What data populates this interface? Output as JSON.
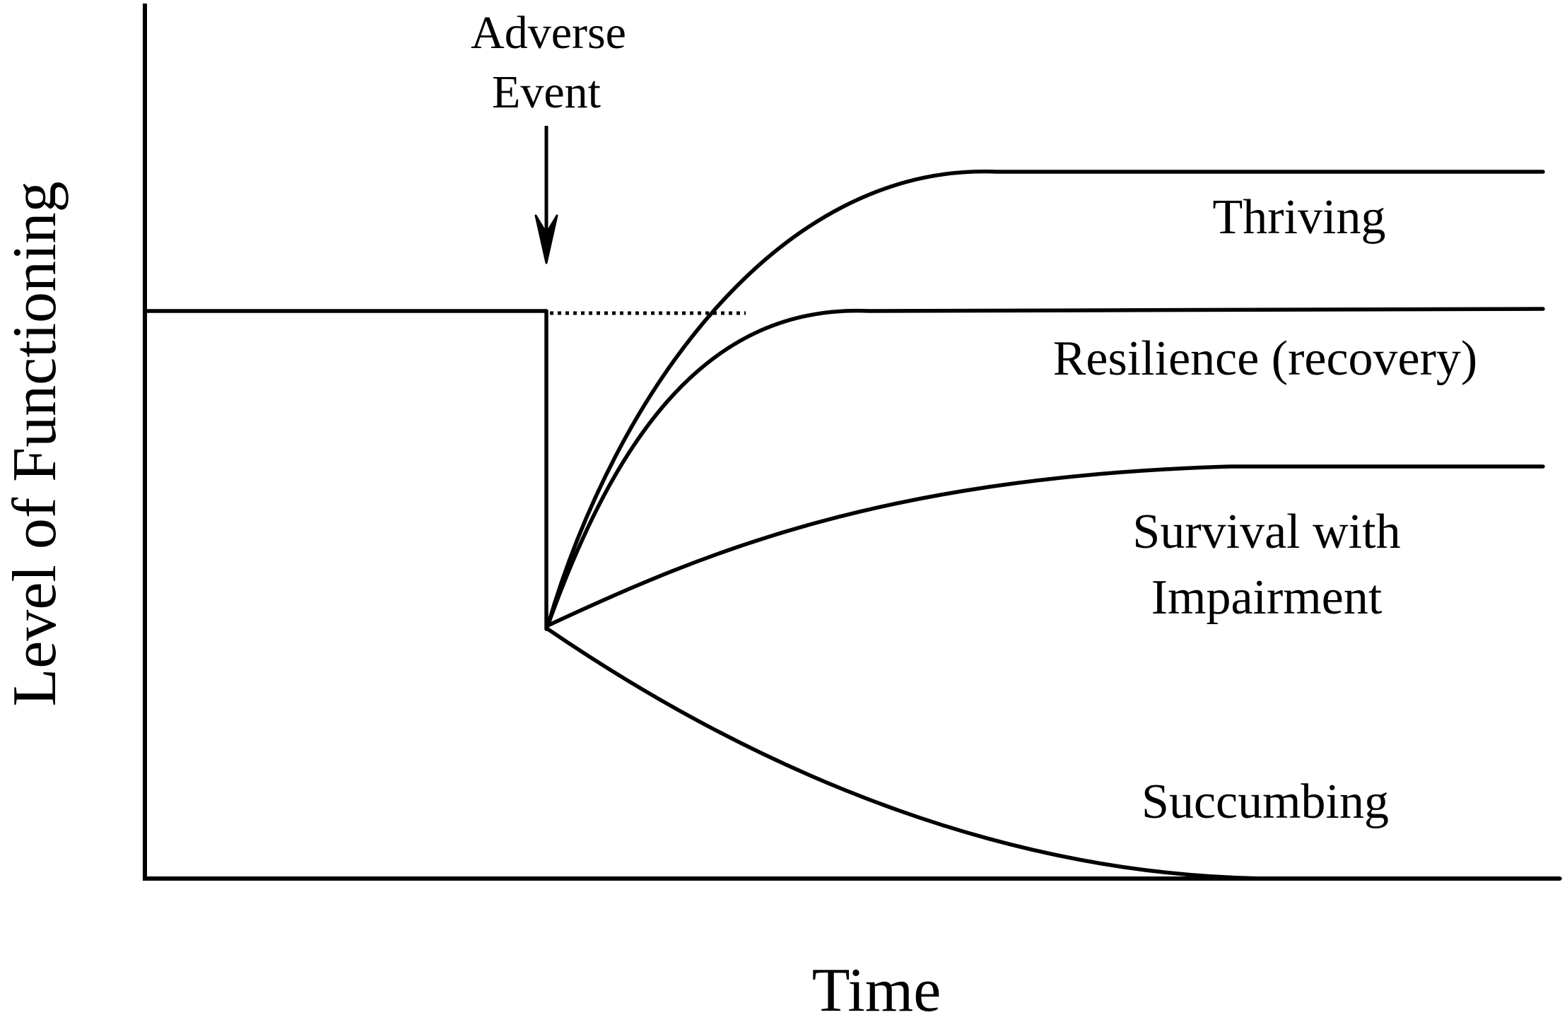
{
  "diagram": {
    "y_axis_label": "Level of Functioning",
    "x_axis_label": "Time",
    "event_annotation": {
      "line1": "Adverse",
      "line2": "Event"
    },
    "trajectories": [
      {
        "key": "thriving",
        "label_lines": [
          "Thriving"
        ]
      },
      {
        "key": "resilience",
        "label_lines": [
          "Resilience (recovery)"
        ]
      },
      {
        "key": "survival",
        "label_lines": [
          "Survival with",
          "Impairment"
        ]
      },
      {
        "key": "succumbing",
        "label_lines": [
          "Succumbing"
        ]
      }
    ],
    "styles": {
      "line_color": "#000000",
      "background": "#ffffff"
    }
  }
}
